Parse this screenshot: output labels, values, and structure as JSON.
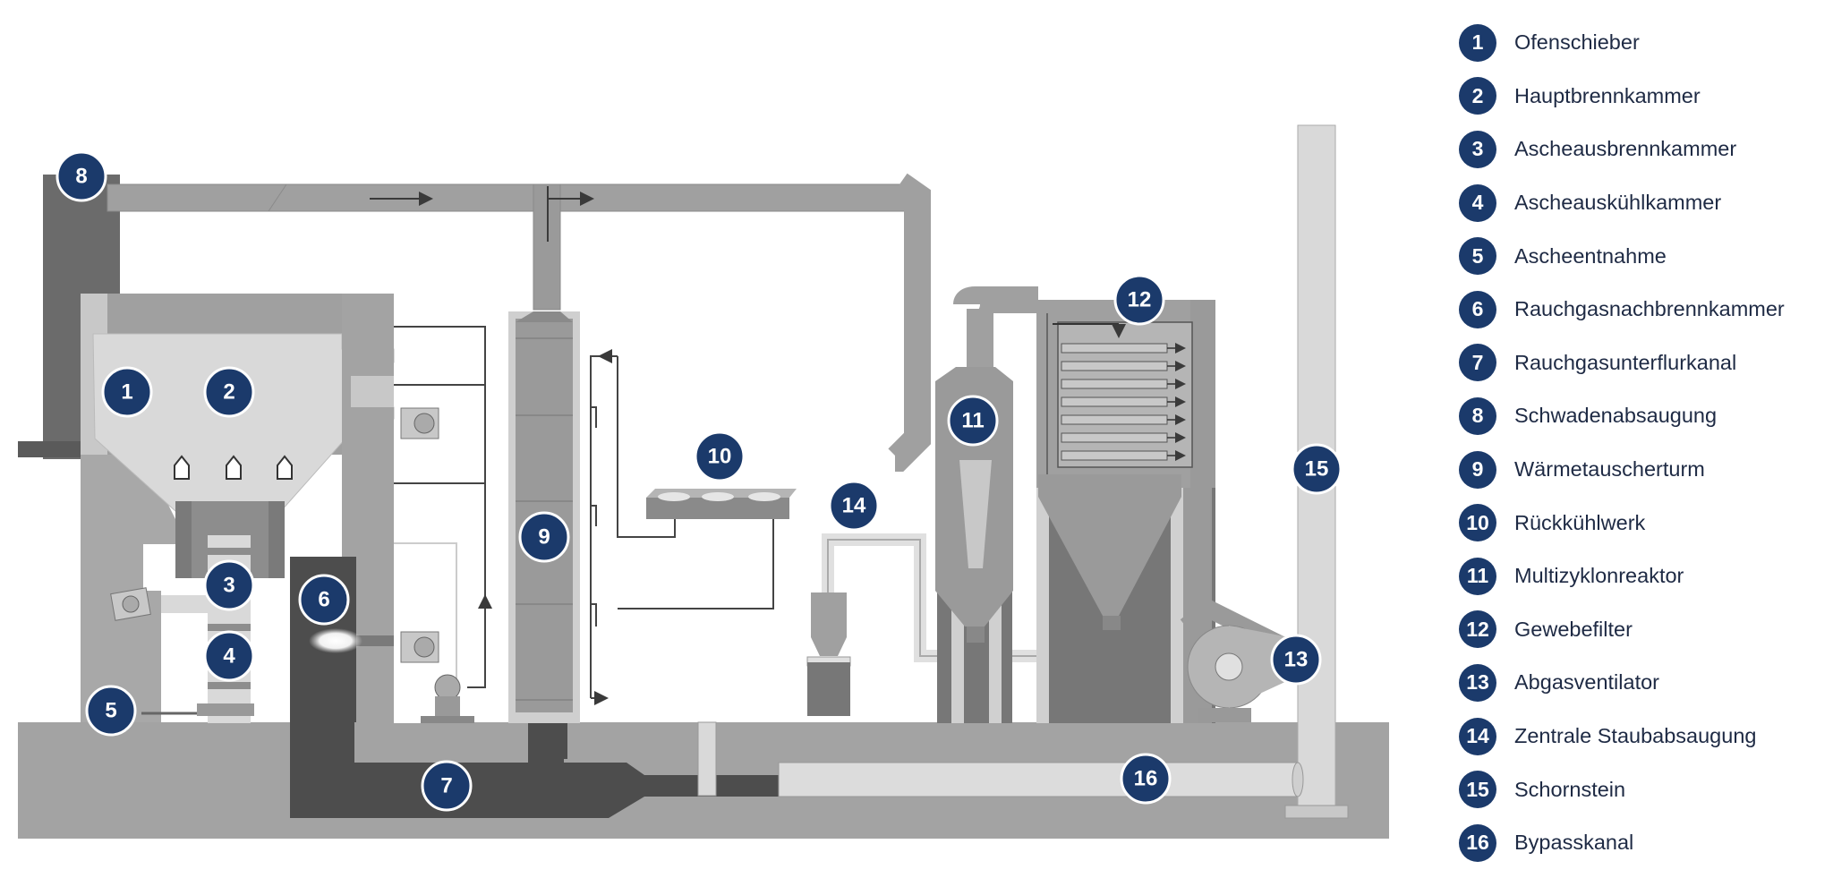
{
  "legend": [
    {
      "num": "1",
      "label": "Ofenschieber"
    },
    {
      "num": "2",
      "label": "Hauptbrennkammer"
    },
    {
      "num": "3",
      "label": "Ascheausbrennkammer"
    },
    {
      "num": "4",
      "label": "Ascheauskühlkammer"
    },
    {
      "num": "5",
      "label": "Ascheentnahme"
    },
    {
      "num": "6",
      "label": "Rauchgasnachbrennkammer"
    },
    {
      "num": "7",
      "label": "Rauchgasunterflurkanal"
    },
    {
      "num": "8",
      "label": "Schwadenabsaugung"
    },
    {
      "num": "9",
      "label": "Wärmetauscherturm"
    },
    {
      "num": "10",
      "label": "Rückkühlwerk"
    },
    {
      "num": "11",
      "label": "Multizyklonreaktor"
    },
    {
      "num": "12",
      "label": "Gewebefilter"
    },
    {
      "num": "13",
      "label": "Abgasventilator"
    },
    {
      "num": "14",
      "label": "Zentrale Staubabsaugung"
    },
    {
      "num": "15",
      "label": "Schornstein"
    },
    {
      "num": "16",
      "label": "Bypasskanal"
    }
  ],
  "markers": [
    "1",
    "2",
    "3",
    "4",
    "5",
    "6",
    "7",
    "8",
    "9",
    "10",
    "11",
    "12",
    "13",
    "14",
    "15",
    "16"
  ],
  "colors": {
    "badge": "#1b3a6b",
    "ground": "#a3a3a3",
    "dark_duct": "#4d4d4d",
    "chamber": "#d9d9d9"
  }
}
